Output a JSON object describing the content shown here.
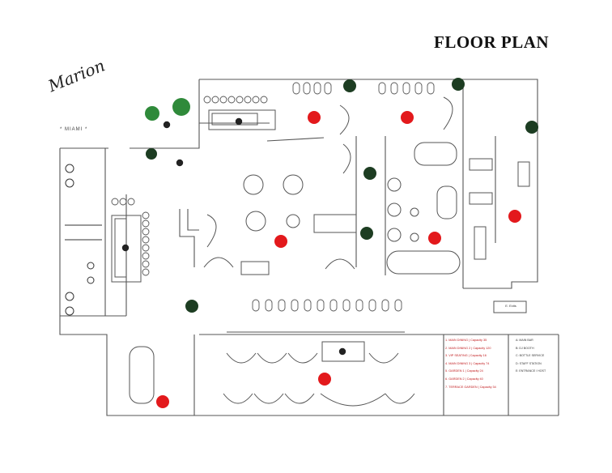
{
  "header": {
    "title": "FLOOR PLAN"
  },
  "logo": {
    "text": "Marion",
    "sub": "* MIAMI *"
  },
  "legend": {
    "areas": [
      "1. MAIN DINING | Capacity 35",
      "2. MAIN DINING 2 | Capacity 120",
      "3. VIP SEATING | Capacity 16",
      "4. MAIN DINING 3 | Capacity 74",
      "5. GARDEN 1 | Capacity 24",
      "6. GARDEN 2 | Capacity 40",
      "7. TERRACE GARDEN | Capacity 34"
    ],
    "notes": [
      "A: MAIN BAR",
      "B: DJ BOOTH",
      "C: BOTTLE SERVICE",
      "D: STAFF STATION",
      "E: ENTRANCE / HOST"
    ]
  },
  "exit_label": "E. Exits",
  "colors": {
    "marker": "#e3191c",
    "line": "#555555",
    "plant": "#2f8a3a"
  }
}
